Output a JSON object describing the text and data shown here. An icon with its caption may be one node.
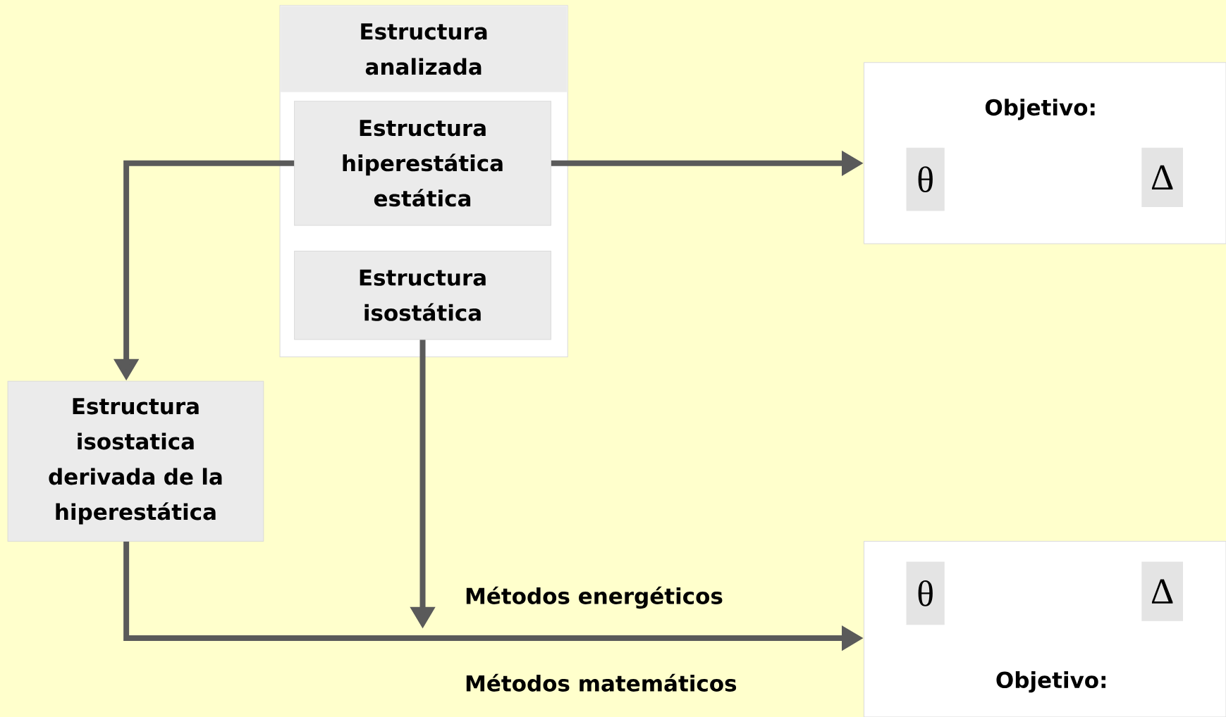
{
  "diagram": {
    "nodes": [
      {
        "text": [
          "Estructura analizada"
        ]
      },
      {
        "text": [
          "Estructura hiperestática estática"
        ],
        "in": 0
      },
      {
        "text": [
          "Estructura isostática"
        ],
        "in": 0
      },
      {
        "text": [
          "Objetivo:"
        ]
      },
      {
        "text": [
          "θ"
        ],
        "in": 3
      },
      {
        "text": [
          "Δ"
        ],
        "in": 3
      },
      {
        "text": [
          "Estructura isostatica derivada de la hiperestática"
        ]
      },
      {
        "text": [
          "Objetivo:"
        ]
      },
      {
        "text": [
          "θ"
        ],
        "in": 7
      },
      {
        "text": [
          "Δ"
        ],
        "in": 7
      }
    ],
    "edges": [
      {
        "from": 1,
        "to": 3,
        "arrow": "to"
      },
      {
        "from": 1,
        "to": 6,
        "arrow": "to"
      },
      {
        "from": 6,
        "to": 7,
        "arrow": "to"
      },
      {
        "from": 2,
        "to": null,
        "arrow": "to"
      }
    ],
    "labels": [
      "Métodos energéticos",
      "Métodos matemáticos"
    ]
  }
}
